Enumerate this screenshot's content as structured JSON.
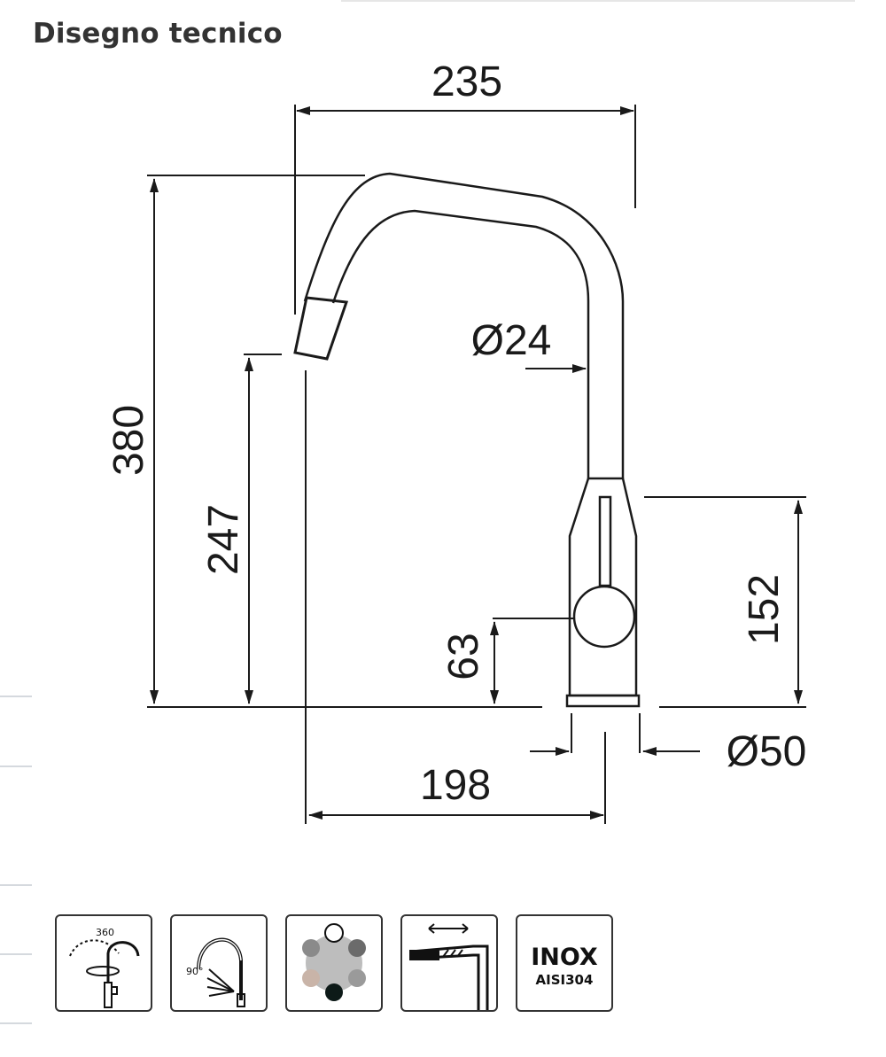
{
  "page": {
    "title": "Disegno tecnico"
  },
  "dimensions": {
    "width_total": "235",
    "height_total": "380",
    "spout_height": "247",
    "spout_diameter": "Ø24",
    "handle_height": "63",
    "body_height": "152",
    "reach": "198",
    "base_diameter": "Ø50"
  },
  "feature_icons": [
    {
      "name": "swivel-360-icon",
      "label": "360"
    },
    {
      "name": "pull-out-90-icon",
      "label": "90°"
    },
    {
      "name": "color-options-icon",
      "swatches": [
        "#ffffff",
        "#8a8a8a",
        "#6b6b6b",
        "#c9b4a8",
        "#9a9a9a",
        "#0d1a18"
      ]
    },
    {
      "name": "adjustable-spout-icon"
    },
    {
      "name": "stainless-steel-icon",
      "line1": "INOX",
      "line2": "AISI304"
    }
  ],
  "colors": {
    "line": "#1a1a1a",
    "title": "#333333",
    "sidebar": "#d5d9de"
  }
}
